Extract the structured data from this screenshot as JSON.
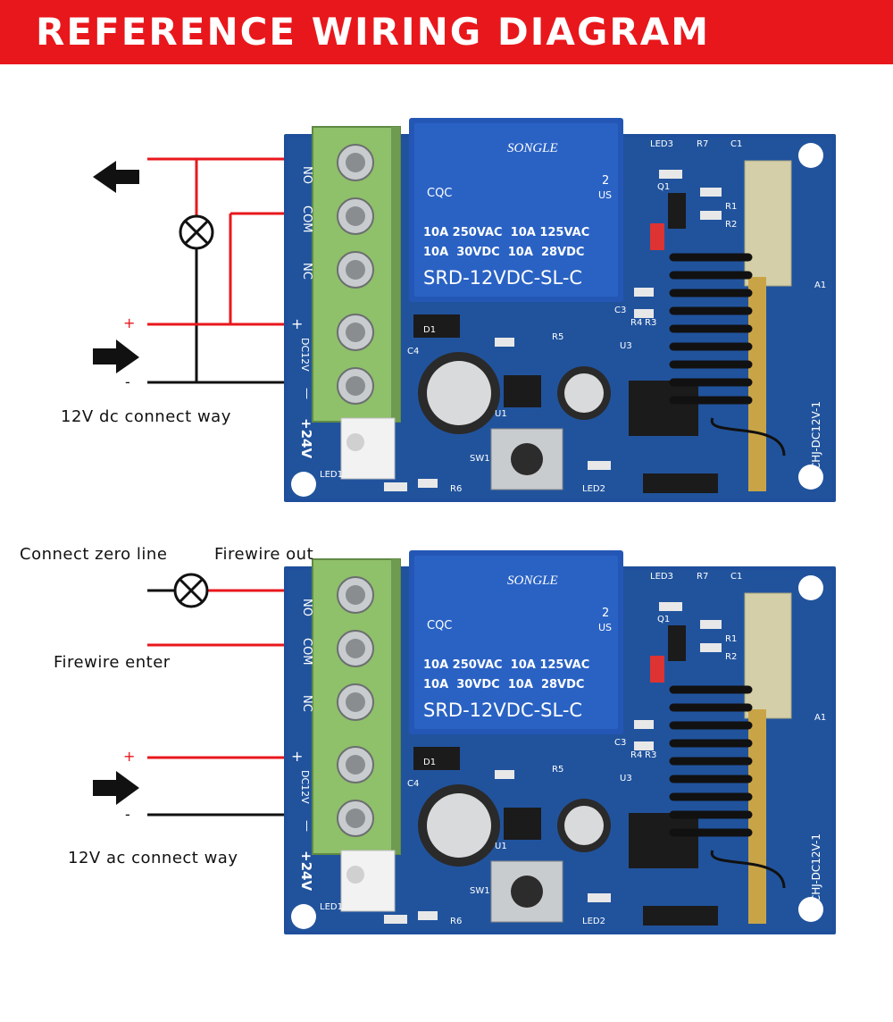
{
  "header": {
    "title": "REFERENCE WIRING DIAGRAM"
  },
  "colors": {
    "banner": "#e8171c",
    "wire_red": "#e8171c",
    "wire_black": "#111111",
    "pcb_blue": "#1f4f9c",
    "relay_blue": "#2457b5",
    "terminal_green": "#8fc06a"
  },
  "diagram_top": {
    "caption": "12V dc connect way",
    "plus_sign": "+",
    "minus_sign": "-",
    "icons": [
      "arrow-left-icon",
      "lamp-icon",
      "arrow-right-icon"
    ]
  },
  "diagram_bottom": {
    "caption": "12V ac connect way",
    "zero_line_label": "Connect zero line",
    "firewire_out_label": "Firewire out",
    "firewire_enter_label": "Firewire enter",
    "plus_sign": "+",
    "minus_sign": "-",
    "icons": [
      "lamp-icon",
      "arrow-right-icon"
    ]
  },
  "board": {
    "terminal_labels": [
      "NO",
      "COM",
      "NC",
      "+",
      "DC12V",
      "—"
    ],
    "supply_label": "+24V",
    "relay_brand": "SONGLE",
    "relay_cert": "CQC",
    "relay_rating_line1": "10A 250VAC  10A 125VAC",
    "relay_rating_line2": "10A  30VDC  10A  28VDC",
    "relay_model": "SRD-12VDC-SL-C",
    "relay_ul_mark": "2",
    "relay_ul_us": "US",
    "model_text": ".CHJ-DC12V-1",
    "component_labels": [
      "LED3",
      "R7",
      "C1",
      "Q1",
      "R1",
      "R2",
      "C3",
      "R4",
      "R3",
      "R5",
      "U3",
      "C4",
      "D1",
      "U1",
      "SW1",
      "R6",
      "LED1",
      "LED2",
      "A1"
    ]
  }
}
